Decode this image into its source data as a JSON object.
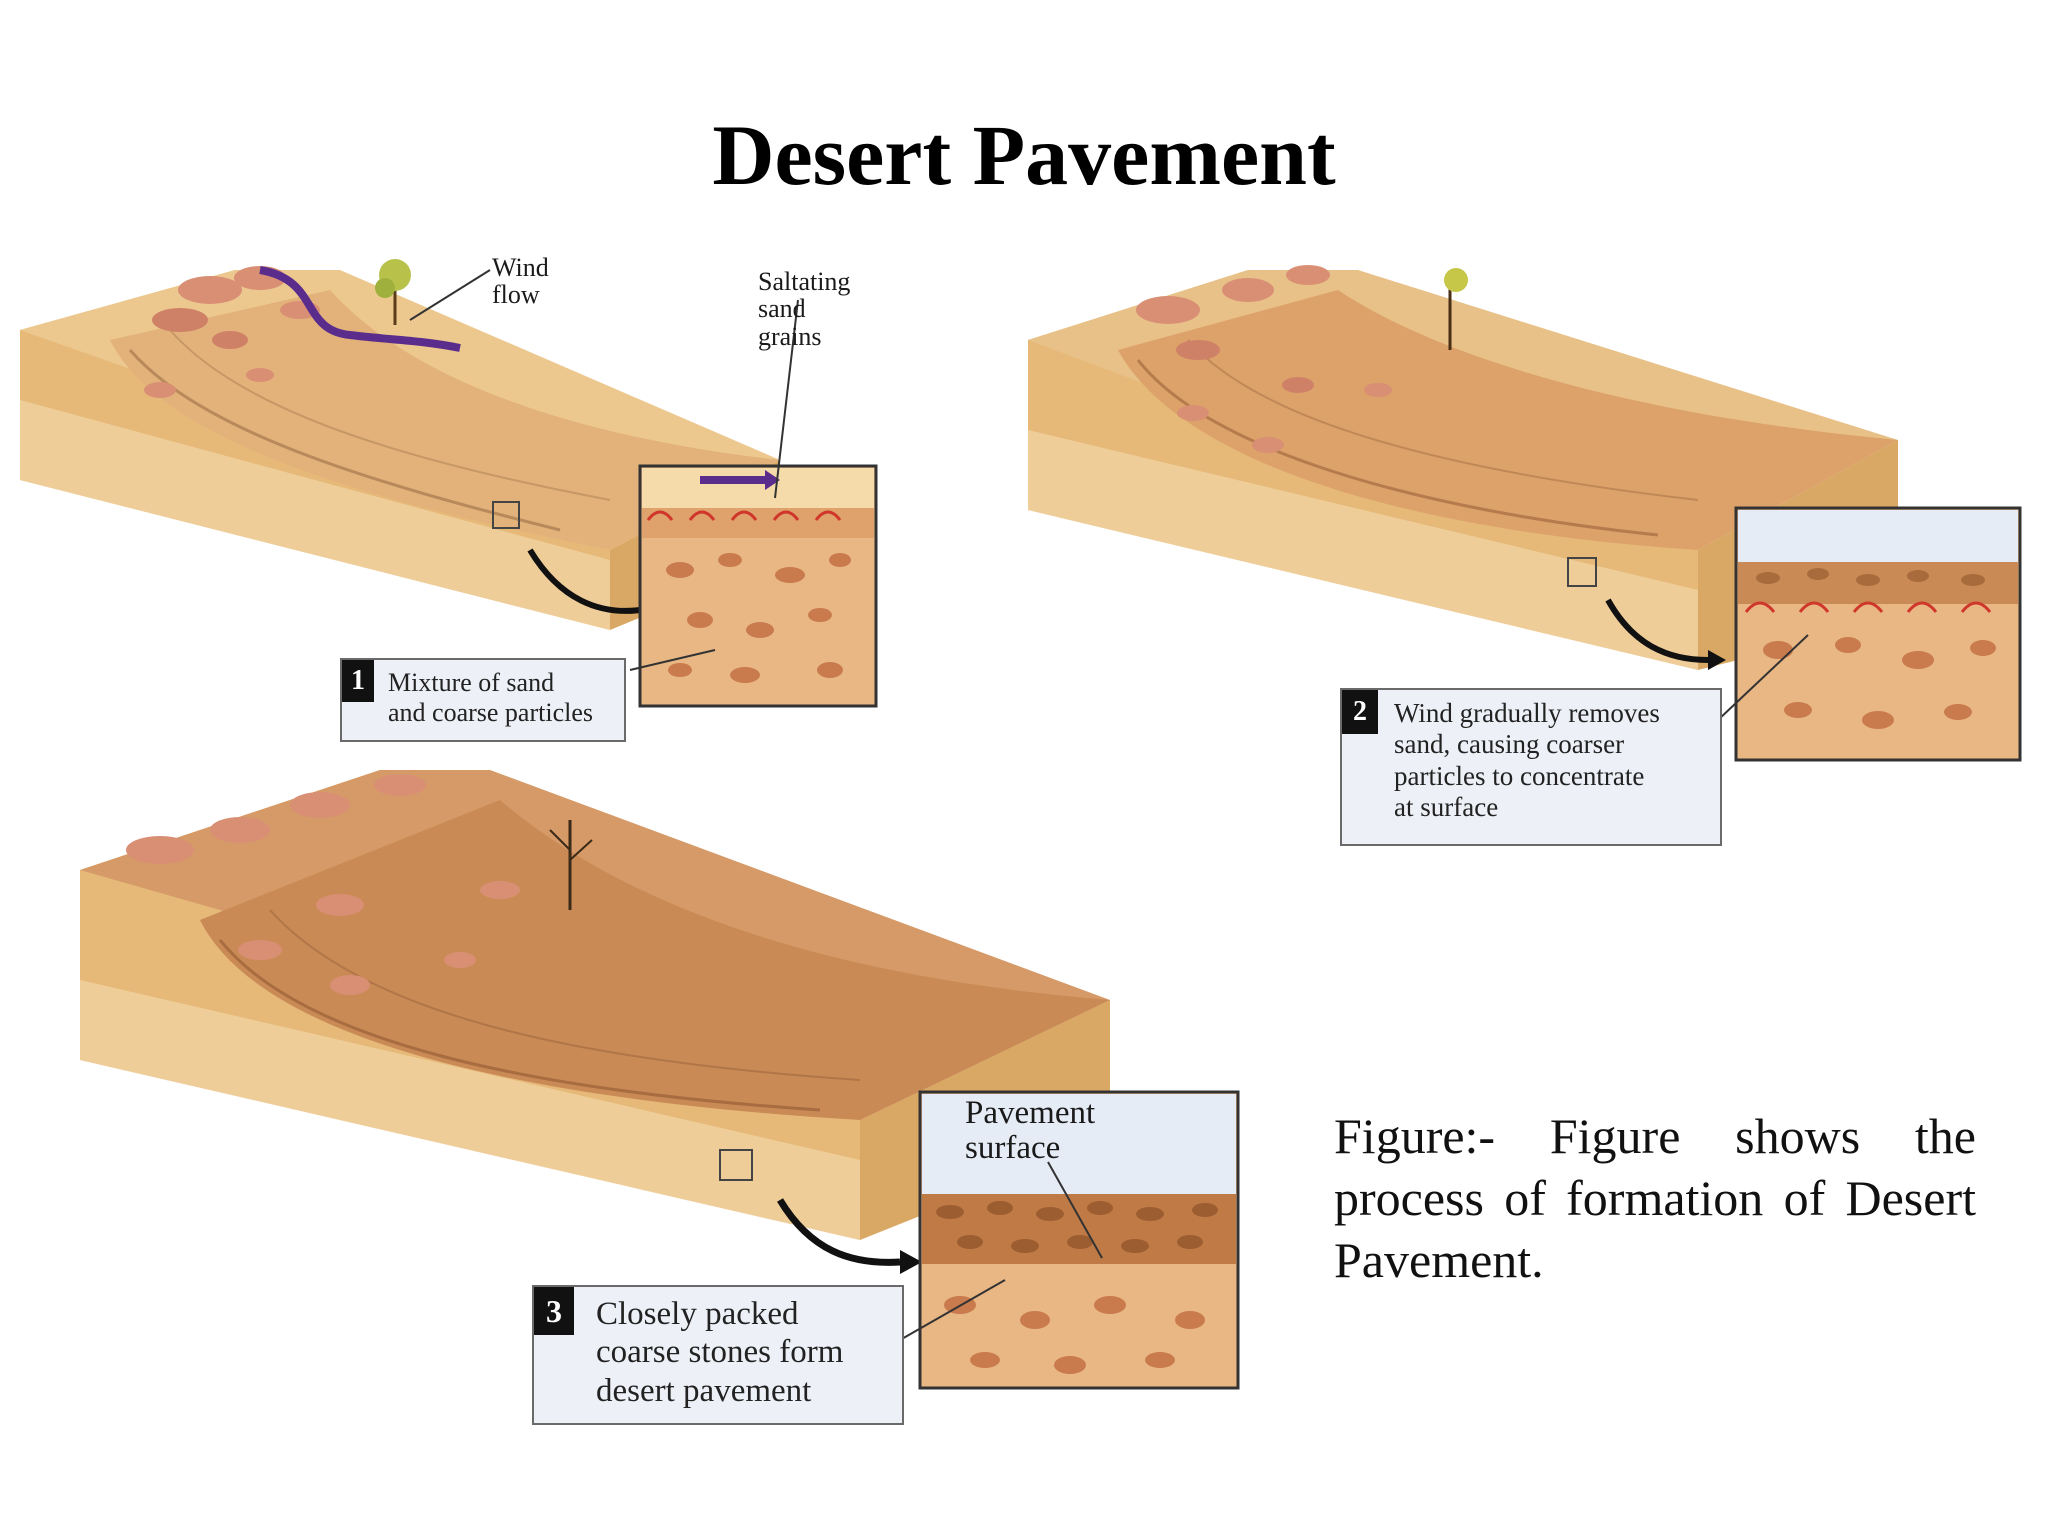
{
  "title": "Desert Pavement",
  "panel1": {
    "labels": {
      "wind_flow": "Wind\nflow",
      "saltating": "Saltating\nsand\ngrains"
    },
    "step_number": "1",
    "caption": "Mixture of sand\nand coarse particles"
  },
  "panel2": {
    "step_number": "2",
    "caption": "Wind gradually removes\nsand, causing coarser\nparticles to concentrate\nat surface"
  },
  "panel3": {
    "labels": {
      "pavement_surface": "Pavement\nsurface"
    },
    "step_number": "3",
    "caption": "Closely packed\ncoarse stones form\ndesert pavement"
  },
  "figure_caption": "Figure:- Figure shows the process of formation of Desert Pavement.",
  "colors": {
    "sand": "#e9c28a",
    "sand_side": "#d9a865",
    "rock": "#d98f74",
    "ground": "#c9895a",
    "wind_arrow": "#5a2d8c",
    "sky": "#e6ecf6",
    "caption_bg": "#eef0f7"
  }
}
